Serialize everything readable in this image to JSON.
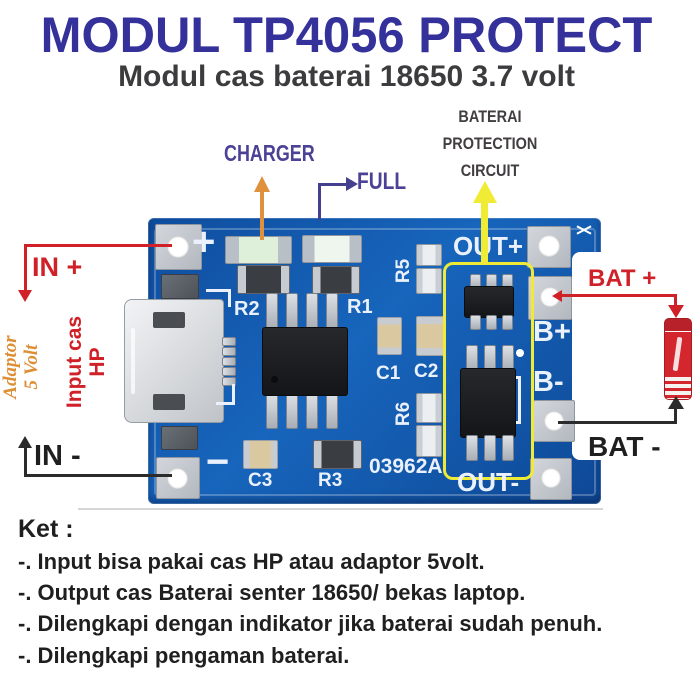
{
  "header": {
    "title": "MODUL TP4056 PROTECT",
    "subtitle": "Modul cas baterai 18650 3.7 volt"
  },
  "annotations": {
    "charger": "CHARGER",
    "full": "FULL",
    "protection": {
      "line1": "BATERAI",
      "line2": "PROTECTION",
      "line3": "CIRCUIT"
    },
    "in_plus": "IN +",
    "in_minus": "IN -",
    "bat_plus": "BAT +",
    "bat_minus": "BAT -",
    "adaptor": {
      "line1": "Adaptor",
      "line2": "5 Volt"
    },
    "input_cas": {
      "line1": "Input cas",
      "line2": "HP"
    }
  },
  "board": {
    "labels": {
      "plus": "+",
      "minus": "−",
      "out_plus": "OUT+",
      "out_minus": "OUT-",
      "b_plus": "B+",
      "b_minus": "B-",
      "r1": "R1",
      "r2": "R2",
      "r3": "R3",
      "r5": "R5",
      "r6": "R6",
      "c1": "C1",
      "c2": "C2",
      "c3": "C3",
      "serial": "03962A"
    }
  },
  "notes": {
    "heading": "Ket :",
    "items": [
      "-. Input bisa pakai cas HP atau adaptor 5volt.",
      "-. Output cas Baterai senter 18650/ bekas laptop.",
      "-. Dilengkapi dengan indikator jika baterai sudah penuh.",
      "-. Dilengkapi pengaman baterai."
    ]
  },
  "colors": {
    "title_blue": "#34319b",
    "label_indigo": "#4b4196",
    "arrow_orange": "#e0913e",
    "highlight_yellow": "#f0ec35",
    "accent_red": "#cf2127",
    "text_black": "#222222",
    "pcb_blue": "#1459ab"
  }
}
